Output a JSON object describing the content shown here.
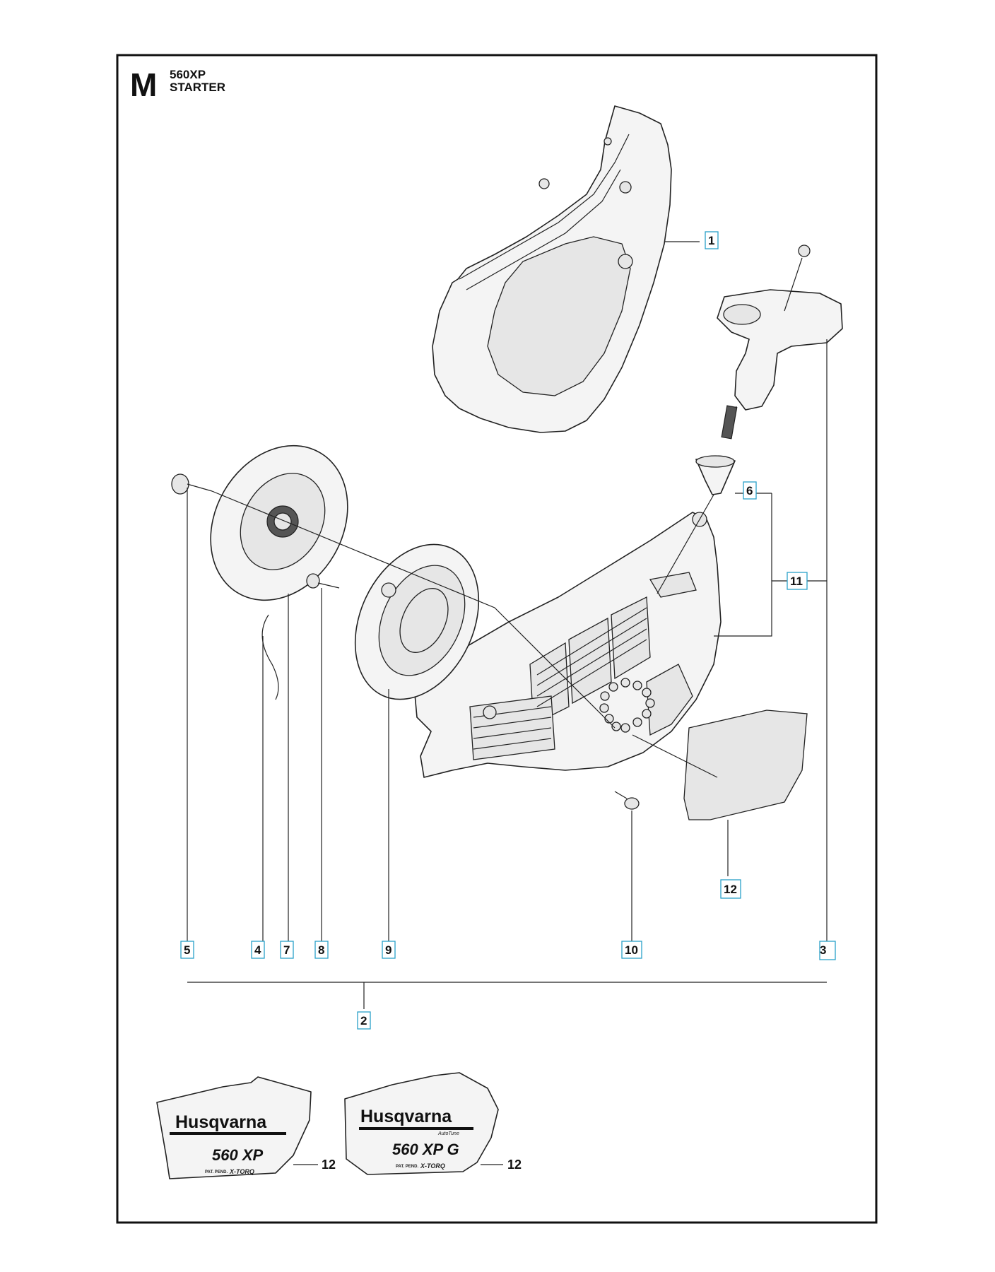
{
  "header": {
    "section_letter": "M",
    "model": "560XP",
    "title": "STARTER"
  },
  "callouts": [
    "1",
    "2",
    "3",
    "4",
    "5",
    "6",
    "7",
    "8",
    "9",
    "10",
    "11",
    "12"
  ],
  "decals": [
    {
      "brand": "Husqvarna",
      "autotune": "",
      "model": "560 XP",
      "pat": "PAT. PEND.",
      "torq": "X-TORQ",
      "ref": "12"
    },
    {
      "brand": "Husqvarna",
      "autotune": "AutoTune",
      "model": "560 XP G",
      "pat": "PAT. PEND.",
      "torq": "X-TORQ",
      "ref": "12"
    }
  ],
  "colors": {
    "frame": "#111111",
    "callout_border": "#2aa0c8"
  }
}
